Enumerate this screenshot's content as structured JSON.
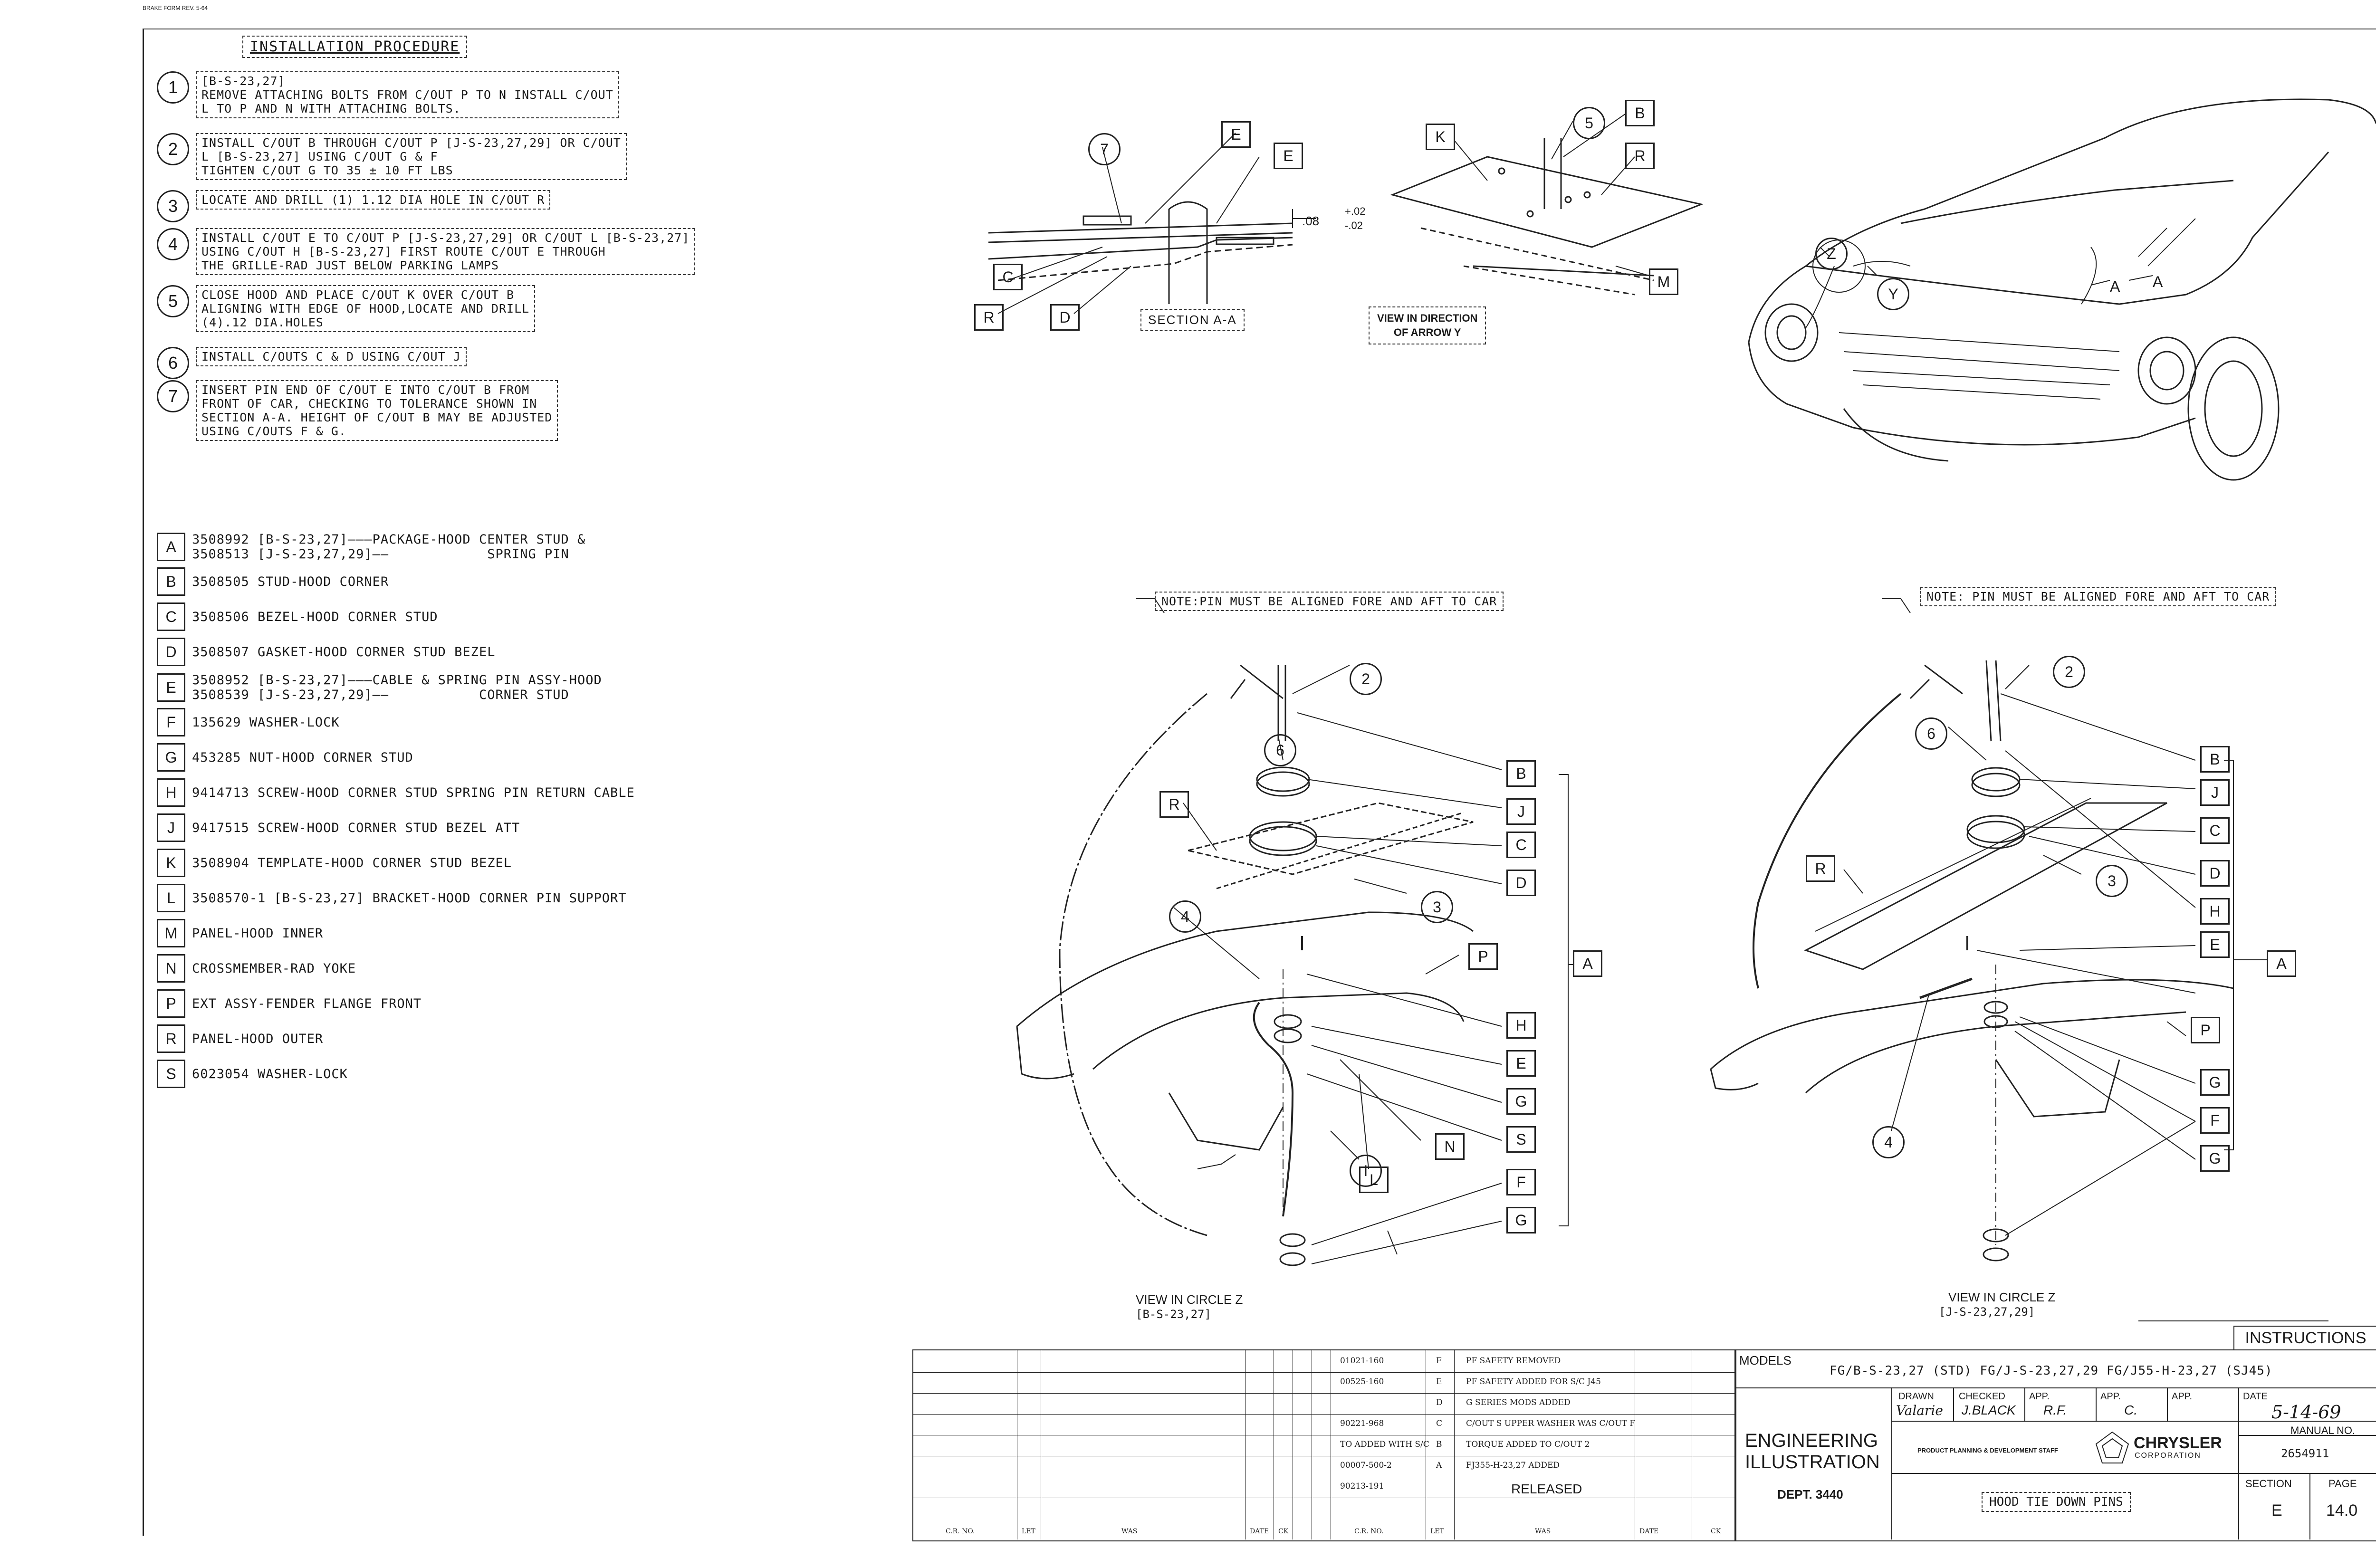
{
  "corner_note": "BRAKE FORM REV. 5-64",
  "procedure": {
    "title": "INSTALLATION PROCEDURE",
    "steps": [
      {
        "num": "1",
        "text": "[B-S-23,27]\nREMOVE ATTACHING BOLTS FROM C/OUT P TO N INSTALL C/OUT\nL TO P AND N WITH ATTACHING BOLTS."
      },
      {
        "num": "2",
        "text": "INSTALL C/OUT B THROUGH C/OUT P [J-S-23,27,29] OR C/OUT\nL [B-S-23,27] USING C/OUT G & F\nTIGHTEN C/OUT G TO 35 ± 10 FT LBS"
      },
      {
        "num": "3",
        "text": "LOCATE AND DRILL (1) 1.12 DIA HOLE IN C/OUT R"
      },
      {
        "num": "4",
        "text": "INSTALL C/OUT E TO C/OUT P [J-S-23,27,29] OR C/OUT L [B-S-23,27]\nUSING C/OUT H [B-S-23,27] FIRST ROUTE C/OUT E THROUGH\nTHE GRILLE-RAD JUST BELOW PARKING LAMPS"
      },
      {
        "num": "5",
        "text": "CLOSE HOOD AND PLACE C/OUT K OVER C/OUT B\nALIGNING WITH EDGE OF HOOD,LOCATE AND DRILL\n(4).12 DIA.HOLES"
      },
      {
        "num": "6",
        "text": "INSTALL C/OUTS C & D USING C/OUT J"
      },
      {
        "num": "7",
        "text": "INSERT PIN END OF C/OUT E INTO C/OUT B FROM\nFRONT OF CAR, CHECKING TO TOLERANCE SHOWN IN\nSECTION A-A. HEIGHT OF C/OUT B MAY BE ADJUSTED\nUSING C/OUTS F & G."
      }
    ]
  },
  "parts": [
    {
      "code": "A",
      "desc": "3508992 [B-S-23,27]———PACKAGE-HOOD CENTER STUD &\n3508513 [J-S-23,27,29]——            SPRING PIN"
    },
    {
      "code": "B",
      "desc": "3508505 STUD-HOOD CORNER"
    },
    {
      "code": "C",
      "desc": "3508506 BEZEL-HOOD CORNER STUD"
    },
    {
      "code": "D",
      "desc": "3508507 GASKET-HOOD CORNER STUD BEZEL"
    },
    {
      "code": "E",
      "desc": "3508952 [B-S-23,27]———CABLE & SPRING PIN ASSY-HOOD\n3508539 [J-S-23,27,29]——           CORNER STUD"
    },
    {
      "code": "F",
      "desc": "135629 WASHER-LOCK"
    },
    {
      "code": "G",
      "desc": "453285 NUT-HOOD CORNER STUD"
    },
    {
      "code": "H",
      "desc": "9414713 SCREW-HOOD CORNER STUD SPRING PIN RETURN CABLE"
    },
    {
      "code": "J",
      "desc": "9417515 SCREW-HOOD CORNER STUD BEZEL ATT"
    },
    {
      "code": "K",
      "desc": "3508904 TEMPLATE-HOOD CORNER STUD BEZEL"
    },
    {
      "code": "L",
      "desc": "3508570-1 [B-S-23,27] BRACKET-HOOD CORNER PIN SUPPORT"
    },
    {
      "code": "M",
      "desc": "PANEL-HOOD INNER"
    },
    {
      "code": "N",
      "desc": "CROSSMEMBER-RAD YOKE"
    },
    {
      "code": "P",
      "desc": "EXT ASSY-FENDER FLANGE FRONT"
    },
    {
      "code": "R",
      "desc": "PANEL-HOOD OUTER"
    },
    {
      "code": "S",
      "desc": "6023054 WASHER-LOCK"
    }
  ],
  "views": {
    "section": "SECTION A-A",
    "tolerance": ".08",
    "tol_plus": "+.02",
    "tol_minus": "-.02",
    "arrow_view": "VIEW IN DIRECTION\nOF ARROW Y",
    "note_left": "NOTE:PIN MUST BE ALIGNED FORE AND AFT TO CAR",
    "note_right": "NOTE: PIN MUST BE ALIGNED FORE AND AFT TO CAR",
    "circle_left": "VIEW IN CIRCLE Z",
    "circle_left_sub": "[B-S-23,27]",
    "circle_right": "VIEW IN CIRCLE Z",
    "circle_right_sub": "[J-S-23,27,29]",
    "car_labels": [
      "Z",
      "Y",
      "A",
      "A"
    ]
  },
  "revisions": [
    {
      "cr": "01021-160",
      "let": "F",
      "was": "PF SAFETY REMOVED"
    },
    {
      "cr": "00525-160",
      "let": "E",
      "was": "PF SAFETY ADDED FOR S/C J45"
    },
    {
      "cr": "",
      "let": "D",
      "was": "G SERIES MODS ADDED"
    },
    {
      "cr": "90221-968",
      "let": "C",
      "was": "C/OUT S UPPER WASHER WAS C/OUT F"
    },
    {
      "cr": "TO ADDED WITH S/C",
      "let": "B",
      "was": "TORQUE ADDED TO C/OUT 2"
    },
    {
      "cr": "00007-500-2",
      "let": "A",
      "was": "FJ355-H-23,27 ADDED"
    },
    {
      "cr": "90213-191",
      "let": "",
      "was": "RELEASED"
    }
  ],
  "rev_headers": [
    "C.R. NO.",
    "LET",
    "WAS",
    "DATE",
    "CK",
    "C.R. NO.",
    "LET",
    "WAS",
    "DATE",
    "CK"
  ],
  "title_block": {
    "instructions": "INSTRUCTIONS",
    "models_label": "MODELS",
    "models": "FG/B-S-23,27 (STD) FG/J-S-23,27,29 FG/J55-H-23,27 (SJ45)",
    "dept_title_1": "ENGINEERING",
    "dept_title_2": "ILLUSTRATION",
    "dept": "DEPT. 3440",
    "drawn_label": "DRAWN",
    "drawn": "Valarie",
    "checked_label": "CHECKED",
    "checked": "J.BLACK",
    "app_label": "APP.",
    "app1": "R.F.",
    "app2": "C.",
    "date_label": "DATE",
    "date": "5-14-69",
    "staff": "PRODUCT PLANNING & DEVELOPMENT STAFF",
    "company": "CHRYSLER",
    "company_sub": "CORPORATION",
    "manual_label": "MANUAL NO.",
    "manual": "2654911",
    "title": "HOOD TIE DOWN PINS",
    "section_label": "SECTION",
    "section": "E",
    "page_label": "PAGE",
    "page": "14.0"
  }
}
